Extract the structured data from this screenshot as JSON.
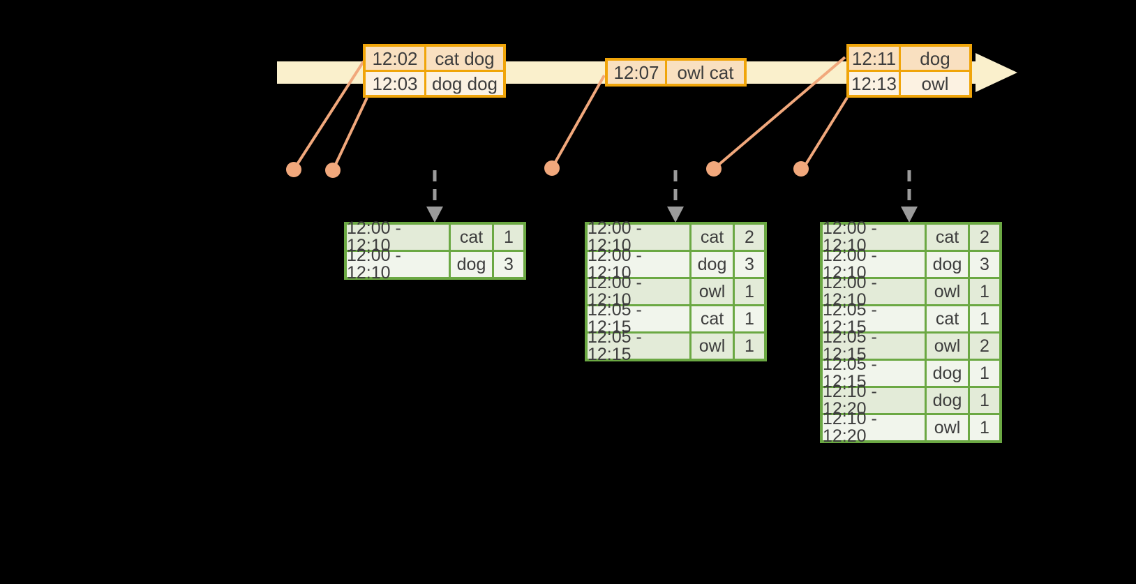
{
  "colors": {
    "background": "#000000",
    "timeline_band": "#FAF0CC",
    "event_border": "#F0A50A",
    "event_row_dark": "#F9E0C0",
    "event_row_light": "#FCF2E2",
    "connector": "#F1A87C",
    "result_border": "#6BA843",
    "result_row_dark": "#E3EBD8",
    "result_row_light": "#F1F5EC",
    "trigger_arrow": "#9B9B9B",
    "text": "#3D3D3D"
  },
  "icons": {
    "timeline": "right-arrow-band",
    "event_marker": "filled-circle-dot",
    "trigger": "dashed-down-arrow"
  },
  "event_tables": [
    {
      "rows": [
        {
          "time": "12:02",
          "words": "cat dog"
        },
        {
          "time": "12:03",
          "words": "dog dog"
        }
      ]
    },
    {
      "rows": [
        {
          "time": "12:07",
          "words": "owl cat"
        }
      ]
    },
    {
      "rows": [
        {
          "time": "12:11",
          "words": "dog"
        },
        {
          "time": "12:13",
          "words": "owl"
        }
      ]
    }
  ],
  "result_tables": [
    {
      "rows": [
        {
          "window": "12:00 - 12:10",
          "word": "cat",
          "count": "1"
        },
        {
          "window": "12:00 - 12:10",
          "word": "dog",
          "count": "3"
        }
      ]
    },
    {
      "rows": [
        {
          "window": "12:00 - 12:10",
          "word": "cat",
          "count": "2"
        },
        {
          "window": "12:00 - 12:10",
          "word": "dog",
          "count": "3"
        },
        {
          "window": "12:00 - 12:10",
          "word": "owl",
          "count": "1"
        },
        {
          "window": "12:05 - 12:15",
          "word": "cat",
          "count": "1"
        },
        {
          "window": "12:05 - 12:15",
          "word": "owl",
          "count": "1"
        }
      ]
    },
    {
      "rows": [
        {
          "window": "12:00 - 12:10",
          "word": "cat",
          "count": "2"
        },
        {
          "window": "12:00 - 12:10",
          "word": "dog",
          "count": "3"
        },
        {
          "window": "12:00 - 12:10",
          "word": "owl",
          "count": "1"
        },
        {
          "window": "12:05 - 12:15",
          "word": "cat",
          "count": "1"
        },
        {
          "window": "12:05 - 12:15",
          "word": "owl",
          "count": "2"
        },
        {
          "window": "12:05 - 12:15",
          "word": "dog",
          "count": "1"
        },
        {
          "window": "12:10 - 12:20",
          "word": "dog",
          "count": "1"
        },
        {
          "window": "12:10 - 12:20",
          "word": "owl",
          "count": "1"
        }
      ]
    }
  ]
}
